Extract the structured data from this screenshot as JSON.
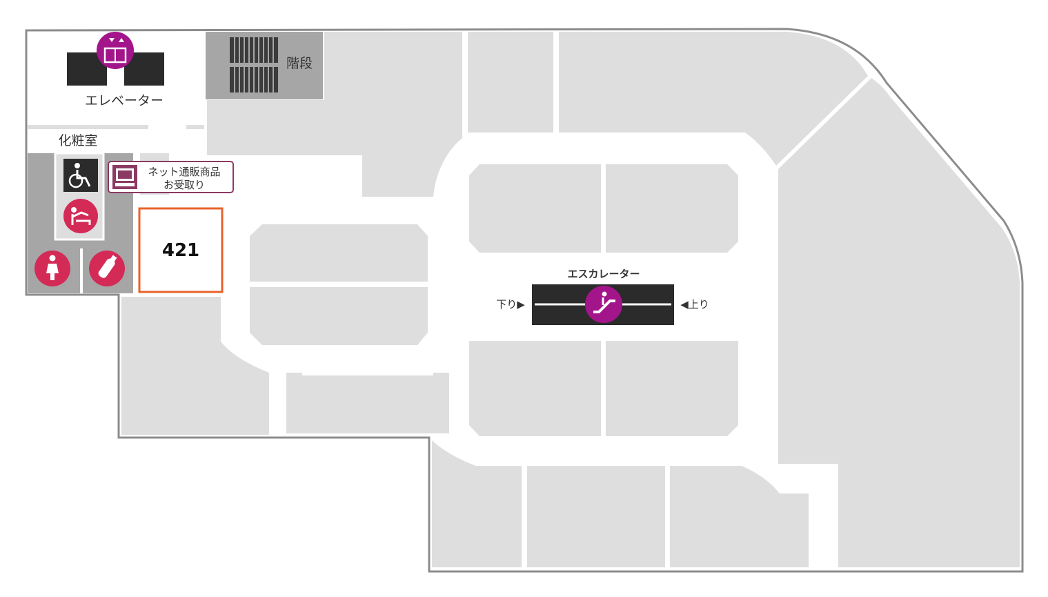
{
  "labels": {
    "elevator": "エレベーター",
    "stairs": "階段",
    "powder_room": "化粧室",
    "pickup_line1": "ネット通販商品",
    "pickup_line2": "お受取り",
    "escalator": "エスカレーター",
    "down": "下り▶",
    "up": "◀上り"
  },
  "highlight": {
    "unit_number": "421",
    "border_color": "#E8622A"
  },
  "colors": {
    "shop": "#DEDEDE",
    "outline": "#8C8C8C",
    "facility": "#A6A6A6",
    "icon_accent": "#A3158A",
    "restroom_icon": "#D42A56",
    "dark_icon": "#2B2B2B"
  },
  "icons": [
    "elevator-icon",
    "stairs-icon",
    "wheelchair-icon",
    "baby-changing-icon",
    "women-restroom-icon",
    "baby-bottle-icon",
    "pickup-counter-icon",
    "escalator-icon"
  ]
}
